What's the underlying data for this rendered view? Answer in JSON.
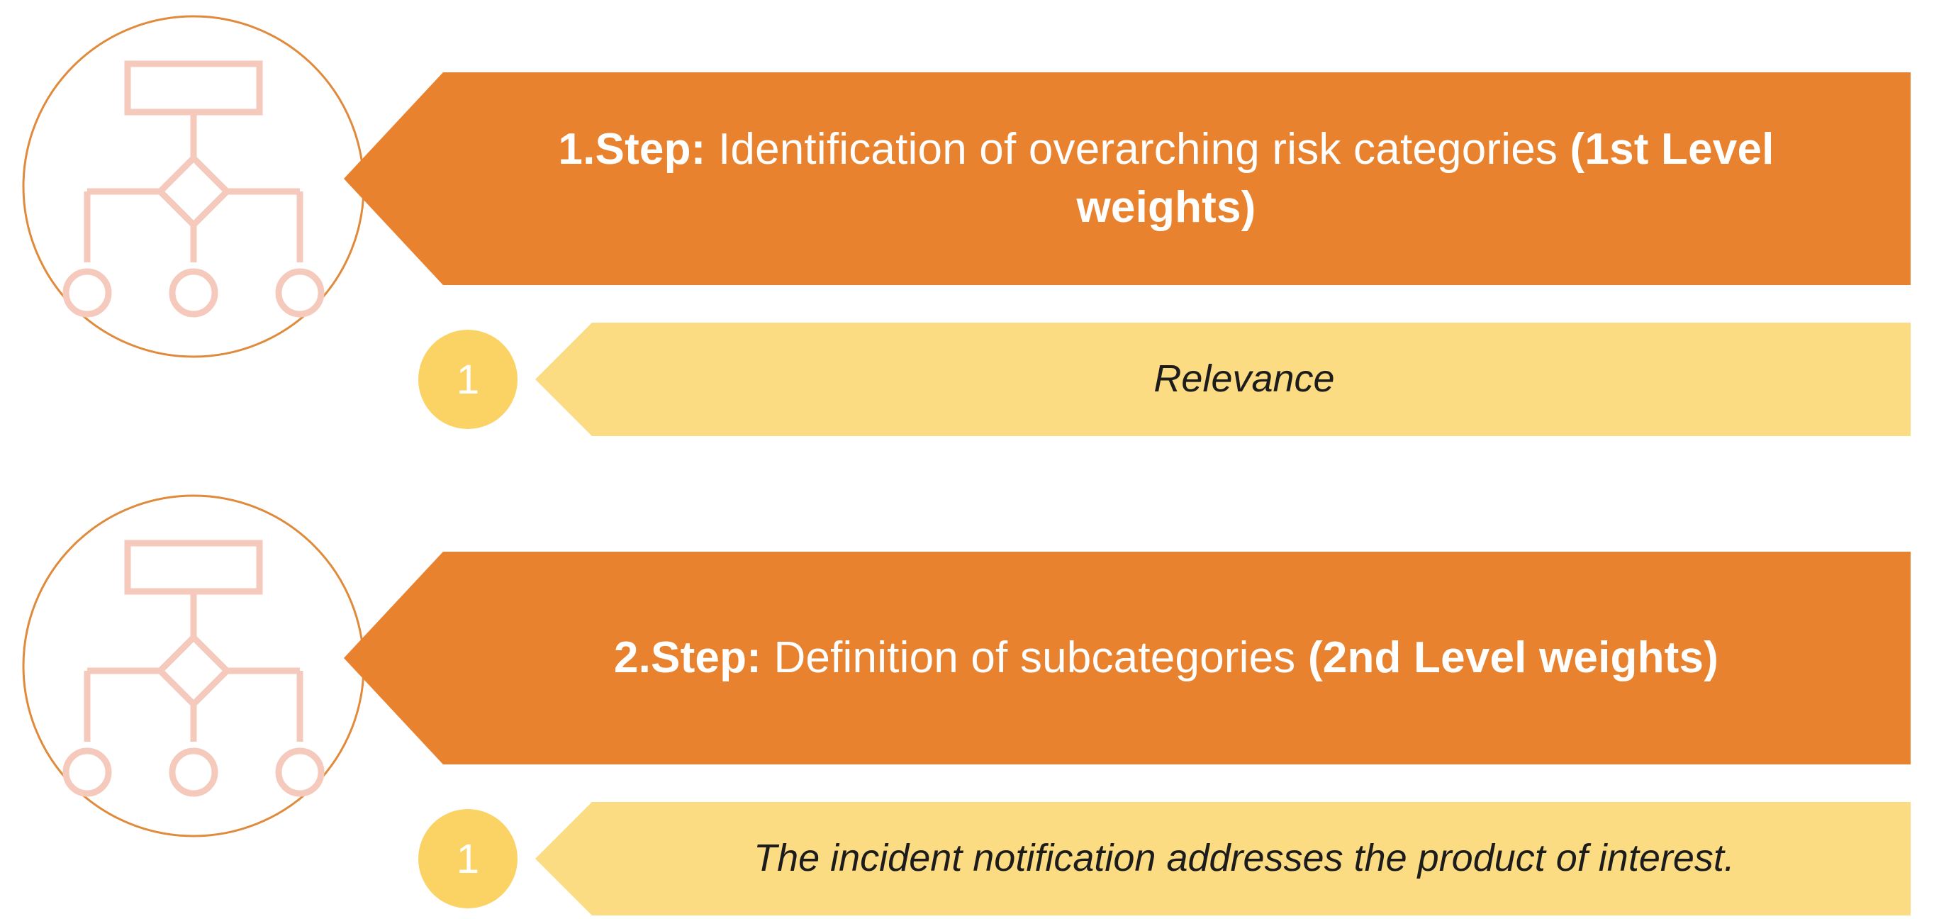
{
  "theme": {
    "orange": "#e8822e",
    "yellow": "#fbdc82",
    "badge_yellow": "#fbd264",
    "icon_stroke_pink": "#f5c9bc",
    "icon_circle_outline": "#e08a3c",
    "primary_text_color": "#ffffff",
    "secondary_text_color": "#1c1c1c",
    "background": "#ffffff"
  },
  "steps": [
    {
      "icon": "hierarchy-diagram-icon",
      "primary": {
        "label_bold": "1.Step:",
        "label_regular": " Identification of overarching risk categories ",
        "label_bold_tail": "(1st Level weights)",
        "full_text": "1.Step: Identification of overarching risk categories (1st Level weights)"
      },
      "secondary": {
        "badge": "1",
        "text": "Relevance"
      }
    },
    {
      "icon": "hierarchy-diagram-icon",
      "primary": {
        "label_bold": "2.Step:",
        "label_regular": " Definition of subcategories ",
        "label_bold_tail": "(2nd Level weights)",
        "full_text": "2.Step: Definition of subcategories (2nd Level weights)"
      },
      "secondary": {
        "badge": "1",
        "text": "The incident notification addresses the product of interest."
      }
    }
  ]
}
